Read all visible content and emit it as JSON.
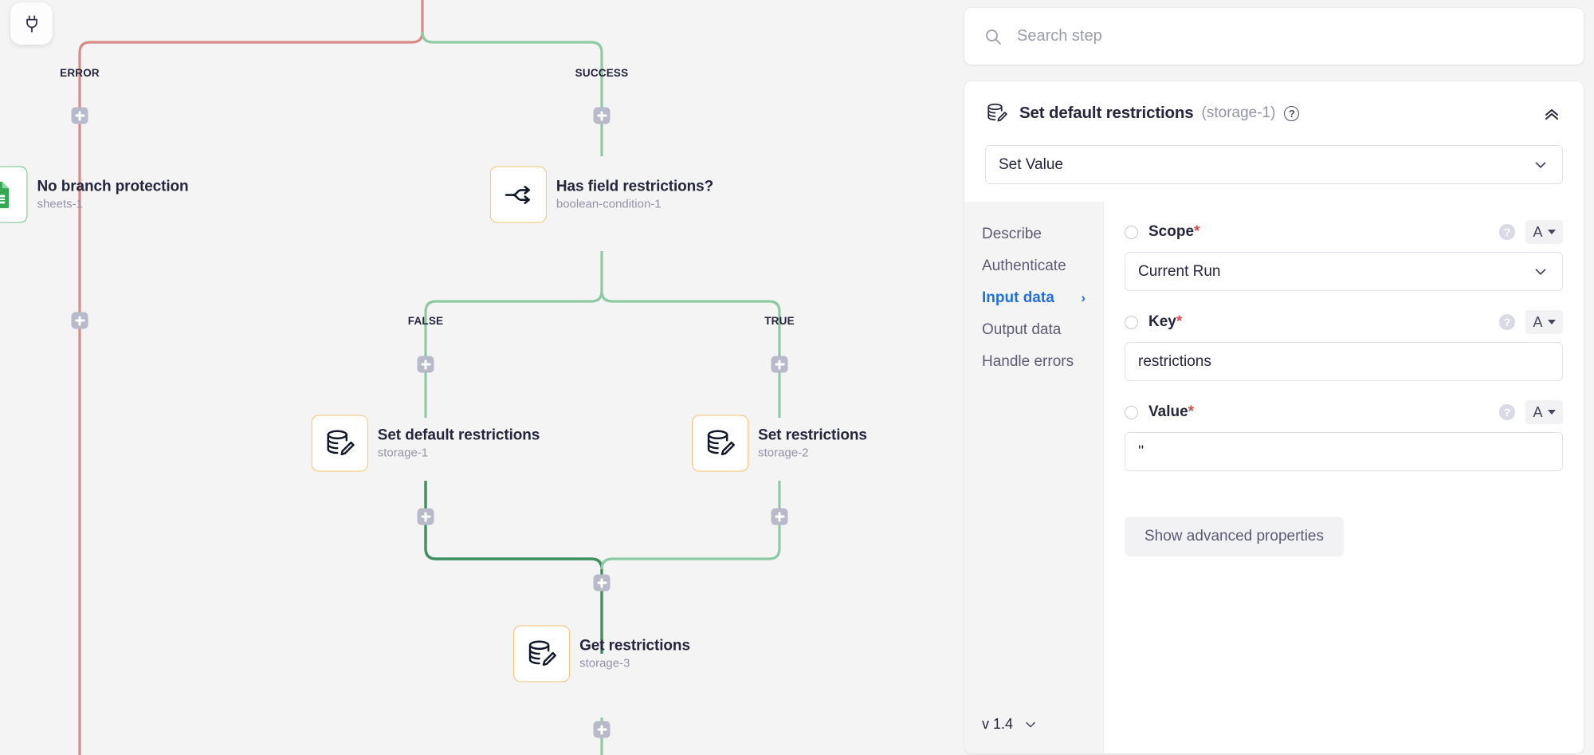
{
  "canvas": {
    "connect_button_icon": "plug-icon",
    "edge_labels": [
      {
        "text": "ERROR"
      },
      {
        "text": "SUCCESS"
      },
      {
        "text": "FALSE"
      },
      {
        "text": "TRUE"
      }
    ],
    "nodes": [
      {
        "title": "No branch protection",
        "subtitle": "sheets-1",
        "icon": "google-sheets-icon",
        "border": "green"
      },
      {
        "title": "Has field restrictions?",
        "subtitle": "boolean-condition-1",
        "icon": "branch-split-icon",
        "border": "orange"
      },
      {
        "title": "Set default restrictions",
        "subtitle": "storage-1",
        "icon": "storage-edit-icon",
        "border": "orange"
      },
      {
        "title": "Set restrictions",
        "subtitle": "storage-2",
        "icon": "storage-edit-icon",
        "border": "orange"
      },
      {
        "title": "Get restrictions",
        "subtitle": "storage-3",
        "icon": "storage-edit-icon",
        "border": "orange"
      }
    ],
    "add_step_button_label": "+",
    "colors": {
      "error_edge": "#d98b85",
      "success_edge": "#8dc9a3",
      "merge_edge": "#3d8f5e",
      "node_green_border": "#6fc48a",
      "node_orange_border": "#f5c571",
      "plus_button": "#b9bac9",
      "background": "#f4f4f4"
    }
  },
  "search": {
    "placeholder": "Search step",
    "value": "",
    "icon": "search-icon"
  },
  "step_panel": {
    "icon": "storage-edit-icon",
    "title": "Set default restrictions",
    "step_id": "(storage-1)",
    "help_icon_label": "?",
    "collapse_icon": "chevron-double-up-icon",
    "action": {
      "selected": "Set Value",
      "chevron": "chevron-down-icon"
    },
    "nav": [
      {
        "label": "Describe",
        "active": false
      },
      {
        "label": "Authenticate",
        "active": false
      },
      {
        "label": "Input data",
        "active": true,
        "chevron": "›"
      },
      {
        "label": "Output data",
        "active": false
      },
      {
        "label": "Handle errors",
        "active": false
      }
    ],
    "version": {
      "label": "v 1.4",
      "chevron": "chevron-down-icon"
    },
    "fields": [
      {
        "label": "Scope",
        "required": "*",
        "type": "select",
        "value": "Current Run",
        "help_icon_label": "?",
        "type_toggle_label": "A"
      },
      {
        "label": "Key",
        "required": "*",
        "type": "text",
        "value": "restrictions",
        "help_icon_label": "?",
        "type_toggle_label": "A"
      },
      {
        "label": "Value",
        "required": "*",
        "type": "text",
        "value": "''",
        "help_icon_label": "?",
        "type_toggle_label": "A"
      }
    ],
    "advanced_button_label": "Show advanced properties",
    "accent_color": "#1f6fe5",
    "required_color": "#d94a4a"
  }
}
